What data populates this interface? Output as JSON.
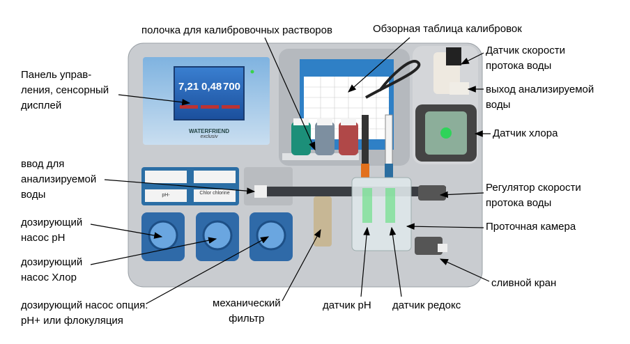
{
  "labels": {
    "shelf": "полочка для калибровочных растворов",
    "calib_table": "Обзорная таблица калибровок",
    "flow_sensor": [
      "Датчик скорости",
      "протока воды"
    ],
    "water_out": [
      "выход анализируемой",
      "воды"
    ],
    "chlorine_sensor": "Датчик хлора",
    "flow_regulator": [
      "Регулятор скорости",
      "протока воды"
    ],
    "flow_chamber": "Проточная камера",
    "drain_valve": "сливной кран",
    "redox_sensor": "датчик редокс",
    "ph_sensor": "датчик pH",
    "filter": [
      "механический",
      "фильтр"
    ],
    "pump_option": [
      "дозирующий насос опция:",
      "pH+ или флокуляция"
    ],
    "pump_chlorine": [
      "дозирующий",
      "насос Хлор"
    ],
    "pump_ph": [
      "дозирующий",
      "насос pH"
    ],
    "water_in": [
      "ввод для",
      "анализируемой",
      "воды"
    ],
    "control_panel": [
      "Панель управ-",
      "ления, сенсорный",
      "дисплей"
    ]
  },
  "display": {
    "values": [
      "7,21",
      "0,48",
      "700"
    ]
  },
  "device": {
    "brand": "WATERFRIEND",
    "model": "exclusiv",
    "pump_labels": [
      "pH-",
      "Chlor chlorine"
    ]
  }
}
